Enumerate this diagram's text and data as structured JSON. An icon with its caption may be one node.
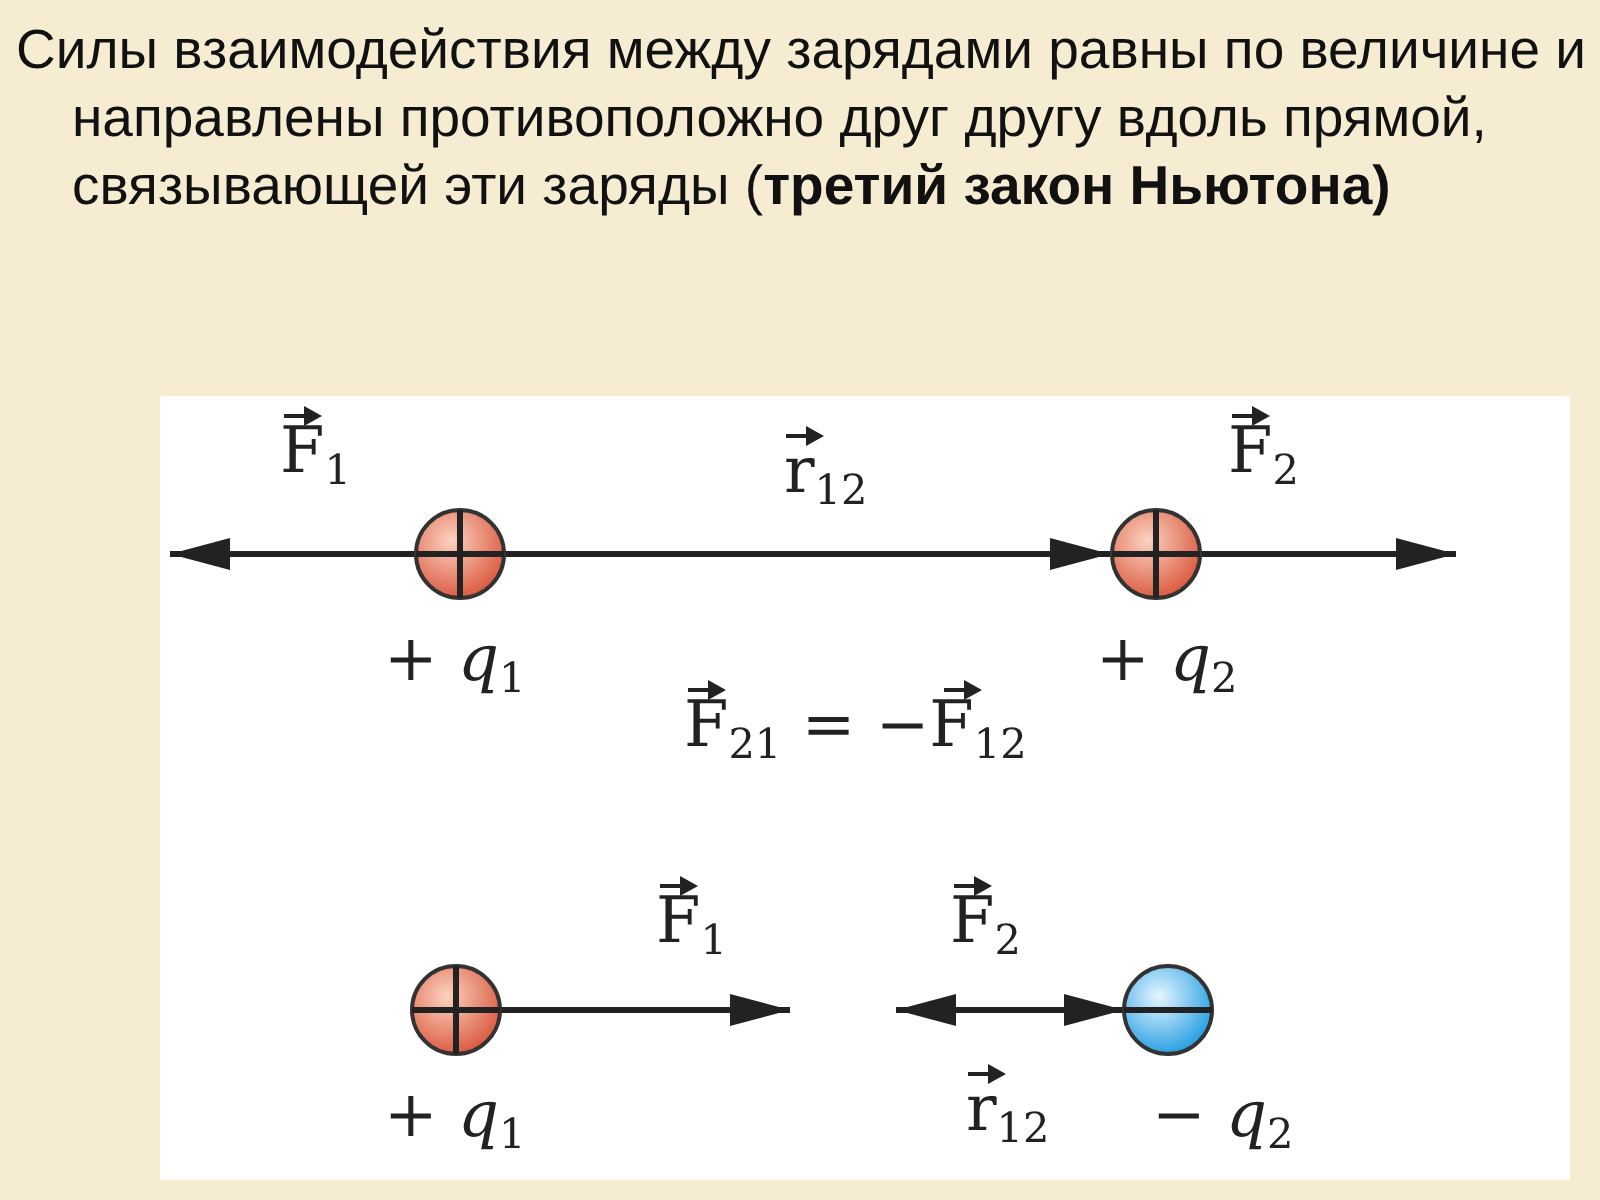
{
  "diagram": {
    "title": "Силы взаимодействия между зарядами равны по величине и направлены противоположно друг другу вдоль прямой, связывающей эти заряды (**третий закон Ньютона)**",
    "labels": [
      "F$_{1}$",
      "r$_{12}$",
      "F$_{2}$",
      "+ *q*$_{1}$",
      "+ *q*$_{2}$",
      "F$_{21}$ = −F$_{12}$",
      "F$_{1}$",
      "F$_{2}$",
      "+ *q*$_{1}$",
      "r$_{12}$",
      "− *q*$_{2}$"
    ]
  }
}
